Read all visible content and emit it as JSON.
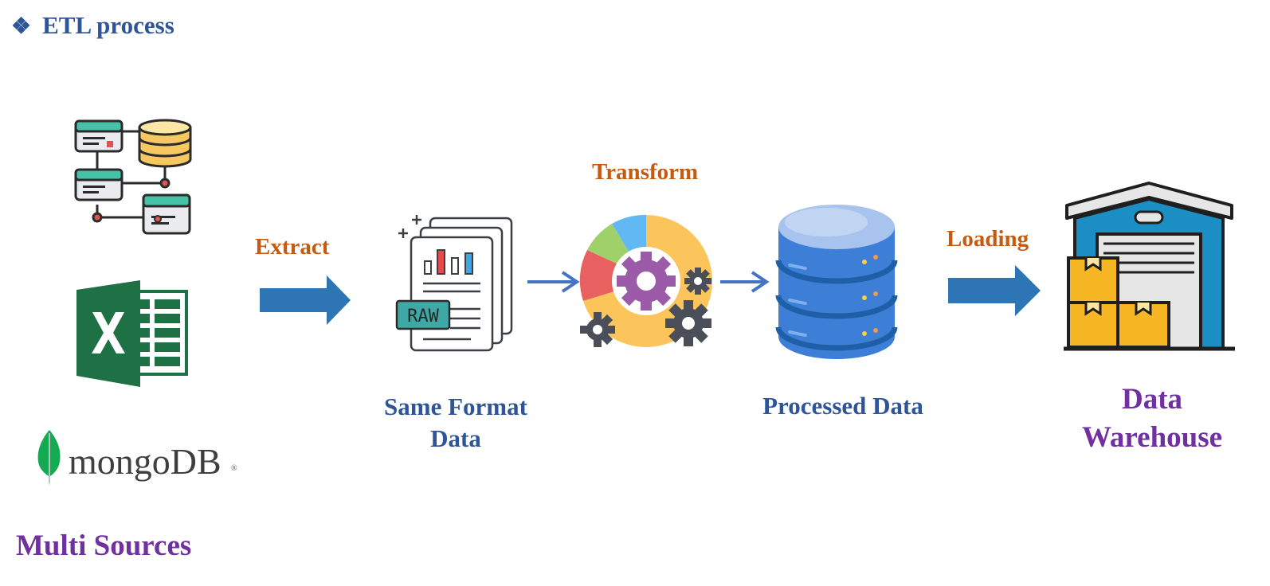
{
  "title": {
    "bullet": "❖",
    "text": "ETL process"
  },
  "sources": {
    "mongo_wordmark": "mongoDB",
    "label": "Multi Sources"
  },
  "steps": {
    "extract": "Extract",
    "transform": "Transform",
    "loading": "Loading"
  },
  "nodes": {
    "same_format_line1": "Same Format",
    "same_format_line2": "Data",
    "raw_badge": "RAW",
    "processed_data": "Processed Data",
    "warehouse_line1": "Data",
    "warehouse_line2": "Warehouse"
  },
  "colors": {
    "heading_blue": "#2e5597",
    "step_orange": "#c55a11",
    "accent_purple": "#7030a0",
    "arrow_blue": "#2e75b6",
    "excel_green": "#1e7145",
    "mongo_green": "#13aa52"
  }
}
